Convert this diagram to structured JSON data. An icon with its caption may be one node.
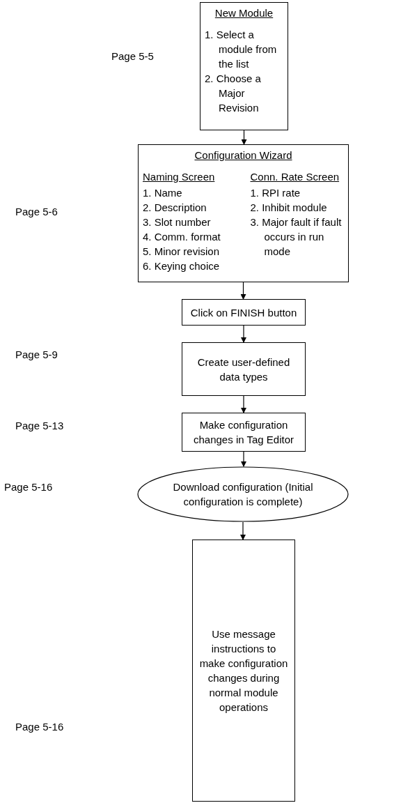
{
  "diagram": {
    "nodes": [
      {
        "text": [
          "New Module",
          "1. Select a module from the list",
          "2. Choose a Major Revision"
        ]
      },
      {
        "text": [
          "Configuration Wizard",
          "Naming Screen",
          "1. Name",
          "2. Description",
          "3. Slot number",
          "4. Comm. format",
          "5. Minor revision",
          "6. Keying choice",
          "Conn. Rate Screen",
          "1. RPI rate",
          "2. Inhibit module",
          "3. Major fault if fault occurs in run mode"
        ]
      },
      {
        "text": [
          "Click on FINISH button"
        ]
      },
      {
        "text": [
          "Create user-defined data types"
        ]
      },
      {
        "text": [
          "Make configuration changes in Tag Editor"
        ]
      },
      {
        "text": [
          "Download configuration (Initial configuration is complete)"
        ]
      },
      {
        "text": [
          "Use message instructions to make configuration changes during normal module operations"
        ]
      }
    ],
    "edges": [
      {
        "from": 0,
        "to": 1,
        "arrow": "to"
      },
      {
        "from": 1,
        "to": 2,
        "arrow": "to"
      },
      {
        "from": 2,
        "to": 3,
        "arrow": "to"
      },
      {
        "from": 3,
        "to": 4,
        "arrow": "to"
      },
      {
        "from": 4,
        "to": 5,
        "arrow": "to"
      },
      {
        "from": 5,
        "to": 6,
        "arrow": "to"
      }
    ],
    "labels": [
      "Page 5-5",
      "Page 5-6",
      "Page 5-9",
      "Page 5-13",
      "Page 5-16",
      "Page 5-16"
    ]
  }
}
